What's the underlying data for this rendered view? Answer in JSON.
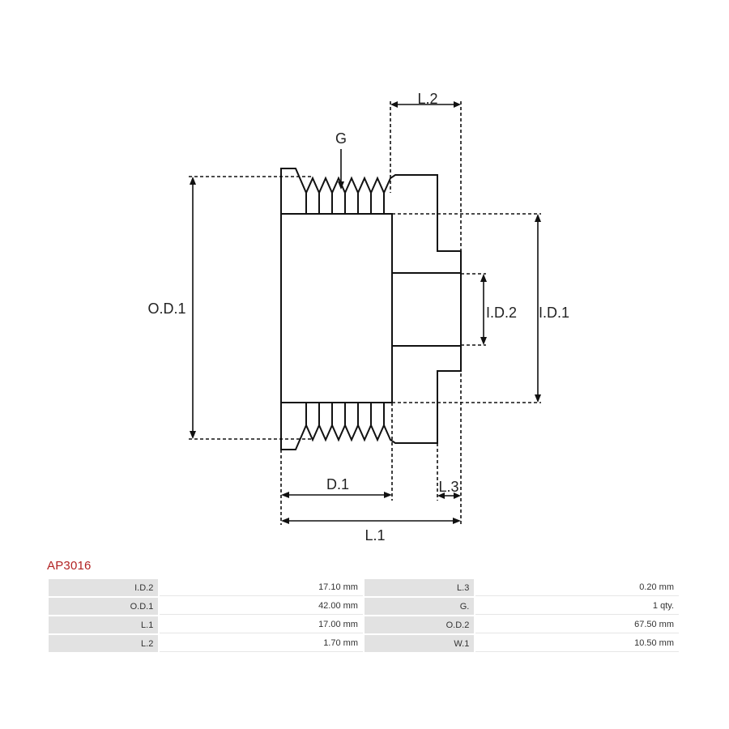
{
  "diagram": {
    "labels": {
      "l2": "L.2",
      "g": "G",
      "od1": "O.D.1",
      "id2": "I.D.2",
      "id1": "I.D.1",
      "d1": "D.1",
      "l3": "L.3",
      "l1": "L.1"
    }
  },
  "product": {
    "code": "AP3016"
  },
  "specs": {
    "rows": [
      [
        {
          "label": "I.D.2",
          "value": "17.10 mm"
        },
        {
          "label": "L.3",
          "value": "0.20 mm"
        }
      ],
      [
        {
          "label": "O.D.1",
          "value": "42.00 mm"
        },
        {
          "label": "G.",
          "value": "1 qty."
        }
      ],
      [
        {
          "label": "L.1",
          "value": "17.00 mm"
        },
        {
          "label": "O.D.2",
          "value": "67.50 mm"
        }
      ],
      [
        {
          "label": "L.2",
          "value": "1.70 mm"
        },
        {
          "label": "W.1",
          "value": "10.50 mm"
        }
      ]
    ]
  }
}
